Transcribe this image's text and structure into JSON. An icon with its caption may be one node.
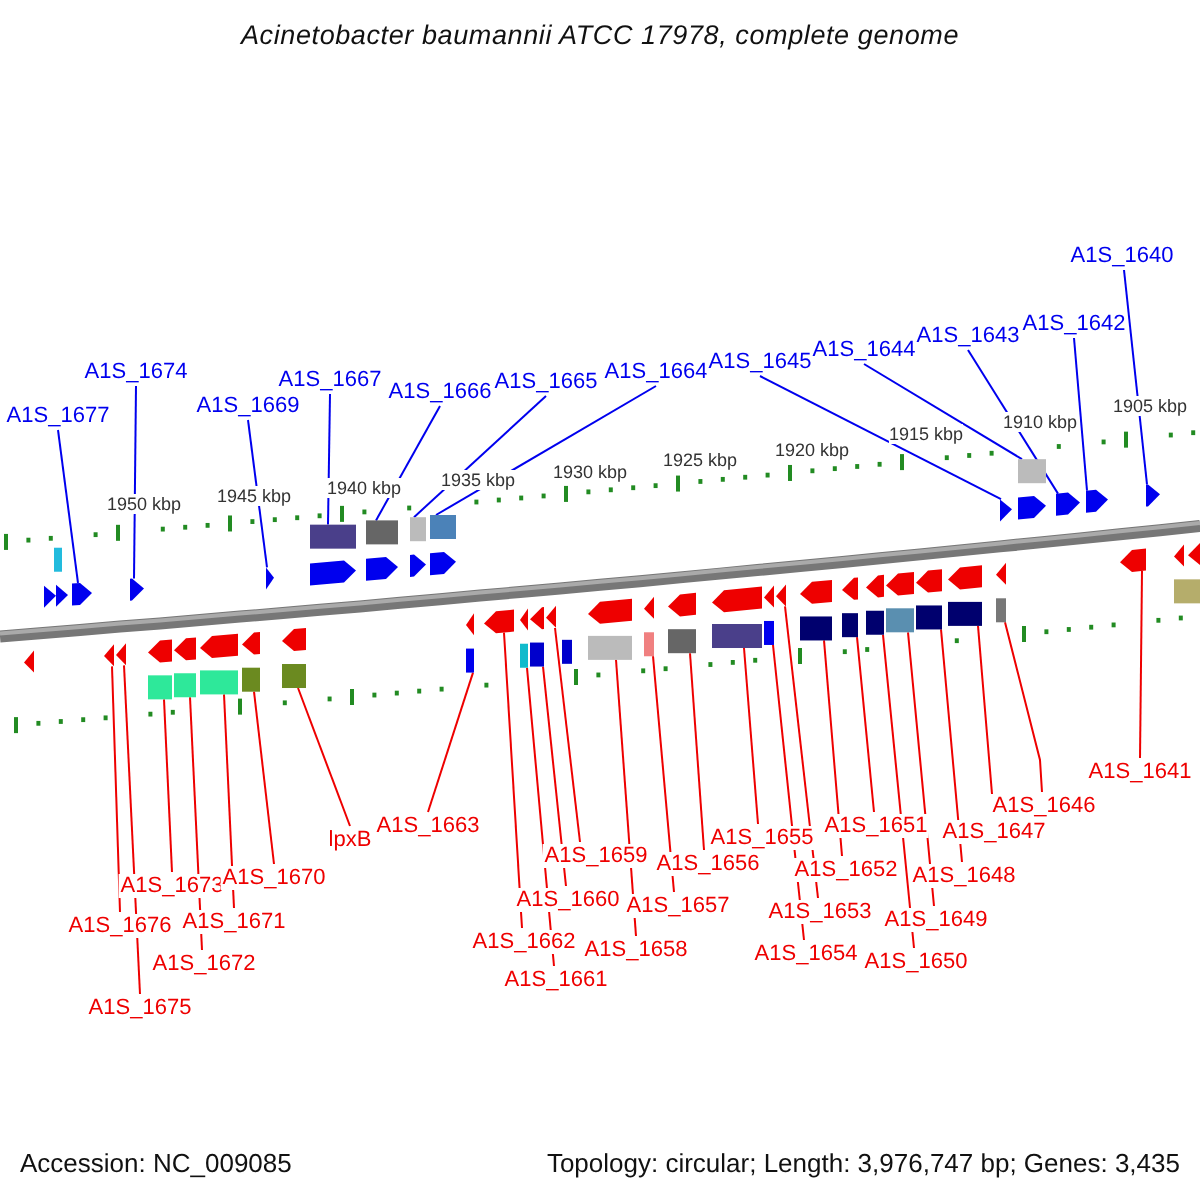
{
  "diagram": {
    "title": "Acinetobacter baumannii ATCC 17978, complete genome",
    "nodes": [
      {
        "text": [
          "A1S_1677"
        ]
      },
      {
        "text": [
          "A1S_1674"
        ]
      },
      {
        "text": [
          "A1S_1669"
        ]
      },
      {
        "text": [
          "A1S_1667"
        ]
      },
      {
        "text": [
          "A1S_1666"
        ]
      },
      {
        "text": [
          "A1S_1665"
        ]
      },
      {
        "text": [
          "A1S_1664"
        ]
      },
      {
        "text": [
          "A1S_1645"
        ]
      },
      {
        "text": [
          "A1S_1644"
        ]
      },
      {
        "text": [
          "A1S_1643"
        ]
      },
      {
        "text": [
          "A1S_1642"
        ]
      },
      {
        "text": [
          "A1S_1640"
        ]
      },
      {
        "text": [
          "A1S_1676"
        ]
      },
      {
        "text": [
          "A1S_1675"
        ]
      },
      {
        "text": [
          "A1S_1673"
        ]
      },
      {
        "text": [
          "A1S_1672"
        ]
      },
      {
        "text": [
          "A1S_1671"
        ]
      },
      {
        "text": [
          "A1S_1670"
        ]
      },
      {
        "text": [
          "lpxB"
        ]
      },
      {
        "text": [
          "A1S_1663"
        ]
      },
      {
        "text": [
          "A1S_1662"
        ]
      },
      {
        "text": [
          "A1S_1661"
        ]
      },
      {
        "text": [
          "A1S_1660"
        ]
      },
      {
        "text": [
          "A1S_1659"
        ]
      },
      {
        "text": [
          "A1S_1658"
        ]
      },
      {
        "text": [
          "A1S_1657"
        ]
      },
      {
        "text": [
          "A1S_1656"
        ]
      },
      {
        "text": [
          "A1S_1655"
        ]
      },
      {
        "text": [
          "A1S_1654"
        ]
      },
      {
        "text": [
          "A1S_1653"
        ]
      },
      {
        "text": [
          "A1S_1652"
        ]
      },
      {
        "text": [
          "A1S_1651"
        ]
      },
      {
        "text": [
          "A1S_1650"
        ]
      },
      {
        "text": [
          "A1S_1649"
        ]
      },
      {
        "text": [
          "A1S_1648"
        ]
      },
      {
        "text": [
          "A1S_1647"
        ]
      },
      {
        "text": [
          "A1S_1646"
        ]
      },
      {
        "text": [
          "A1S_1641"
        ]
      },
      {
        "text": [],
        "shape": "arrow"
      },
      {
        "text": [],
        "shape": "arrow"
      },
      {
        "text": [],
        "shape": "arrow"
      },
      {
        "text": [],
        "shape": "arrow"
      },
      {
        "text": [],
        "shape": "arrow"
      },
      {
        "text": [],
        "shape": "arrow"
      },
      {
        "text": [],
        "shape": "arrow"
      },
      {
        "text": [],
        "shape": "arrow"
      },
      {
        "text": [],
        "shape": "arrow"
      },
      {
        "text": [],
        "shape": "arrow"
      },
      {
        "text": [],
        "shape": "arrow"
      },
      {
        "text": [],
        "shape": "arrow"
      },
      {
        "text": [],
        "shape": "arrow"
      },
      {
        "text": [],
        "shape": "arrow"
      },
      {
        "text": [],
        "shape": "arrow"
      },
      {
        "text": [],
        "shape": "arrow"
      },
      {
        "text": [],
        "shape": "arrow"
      },
      {
        "text": [],
        "shape": "arrow"
      },
      {
        "text": [],
        "shape": "arrow"
      },
      {
        "text": [],
        "shape": "arrow"
      },
      {
        "text": [],
        "shape": "arrow"
      },
      {
        "text": [],
        "shape": "arrow"
      },
      {
        "text": [],
        "shape": "arrow"
      },
      {
        "text": [],
        "shape": "arrow"
      },
      {
        "text": [],
        "shape": "arrow"
      },
      {
        "text": [],
        "shape": "arrow"
      },
      {
        "text": [],
        "shape": "arrow"
      },
      {
        "text": [],
        "shape": "arrow"
      },
      {
        "text": [],
        "shape": "arrow"
      },
      {
        "text": [],
        "shape": "arrow"
      },
      {
        "text": [],
        "shape": "arrow"
      },
      {
        "text": [],
        "shape": "arrow"
      },
      {
        "text": [],
        "shape": "arrow"
      },
      {
        "text": [],
        "shape": "arrow"
      },
      {
        "text": [],
        "shape": "arrow"
      },
      {
        "text": [],
        "shape": "arrow"
      },
      {
        "text": [],
        "shape": "arrow"
      },
      {
        "text": [],
        "shape": "arrow"
      }
    ],
    "edges": [
      {
        "from": 0,
        "to": 38,
        "arrow": "none",
        "color": "#0000ee"
      },
      {
        "from": 1,
        "to": 39,
        "arrow": "none",
        "color": "#0000ee"
      },
      {
        "from": 2,
        "to": 40,
        "arrow": "none",
        "color": "#0000ee"
      },
      {
        "from": 3,
        "to": 41,
        "arrow": "none",
        "color": "#0000ee"
      },
      {
        "from": 4,
        "to": 42,
        "arrow": "none",
        "color": "#0000ee"
      },
      {
        "from": 5,
        "to": 43,
        "arrow": "none",
        "color": "#0000ee"
      },
      {
        "from": 6,
        "to": 44,
        "arrow": "none",
        "color": "#0000ee"
      },
      {
        "from": 7,
        "to": 45,
        "arrow": "none",
        "color": "#0000ee"
      },
      {
        "from": 8,
        "to": 46,
        "arrow": "none",
        "color": "#0000ee"
      },
      {
        "from": 9,
        "to": 47,
        "arrow": "none",
        "color": "#0000ee"
      },
      {
        "from": 10,
        "to": 48,
        "arrow": "none",
        "color": "#0000ee"
      },
      {
        "from": 11,
        "to": 49,
        "arrow": "none",
        "color": "#0000ee"
      },
      {
        "from": 12,
        "to": 50,
        "arrow": "none"
      },
      {
        "from": 13,
        "to": 51,
        "arrow": "none"
      },
      {
        "from": 14,
        "to": 52,
        "arrow": "none"
      },
      {
        "from": 15,
        "to": 53,
        "arrow": "none"
      },
      {
        "from": 16,
        "to": 54,
        "arrow": "none"
      },
      {
        "from": 17,
        "to": 55,
        "arrow": "none"
      },
      {
        "from": 18,
        "to": 56,
        "arrow": "none"
      },
      {
        "from": 19,
        "to": 57,
        "arrow": "none"
      },
      {
        "from": 20,
        "to": 58,
        "arrow": "none"
      },
      {
        "from": 21,
        "to": 59,
        "arrow": "none"
      },
      {
        "from": 22,
        "to": 60,
        "arrow": "none"
      },
      {
        "from": 23,
        "to": 61,
        "arrow": "none"
      },
      {
        "from": 24,
        "to": 62,
        "arrow": "none"
      },
      {
        "from": 25,
        "to": 63,
        "arrow": "none"
      },
      {
        "from": 26,
        "to": 64,
        "arrow": "none"
      },
      {
        "from": 27,
        "to": 65,
        "arrow": "none"
      },
      {
        "from": 28,
        "to": 66,
        "arrow": "none"
      },
      {
        "from": 29,
        "to": 67,
        "arrow": "none"
      },
      {
        "from": 30,
        "to": 68,
        "arrow": "none"
      },
      {
        "from": 31,
        "to": 69,
        "arrow": "none"
      },
      {
        "from": 32,
        "to": 70,
        "arrow": "none"
      },
      {
        "from": 33,
        "to": 71,
        "arrow": "none"
      },
      {
        "from": 34,
        "to": 72,
        "arrow": "none"
      },
      {
        "from": 35,
        "to": 73,
        "arrow": "none"
      },
      {
        "from": 36,
        "to": 74,
        "arrow": "none"
      },
      {
        "from": 37,
        "to": 75,
        "arrow": "none"
      }
    ],
    "labels": [
      "1905 kbp",
      "1910 kbp",
      "1915 kbp",
      "1920 kbp",
      "1925 kbp",
      "1930 kbp",
      "1935 kbp",
      "1940 kbp",
      "1945 kbp",
      "1950 kbp",
      "Accession: NC_009085",
      "Topology: circular; Length: 3,976,747 bp; Genes: 3,435"
    ]
  }
}
